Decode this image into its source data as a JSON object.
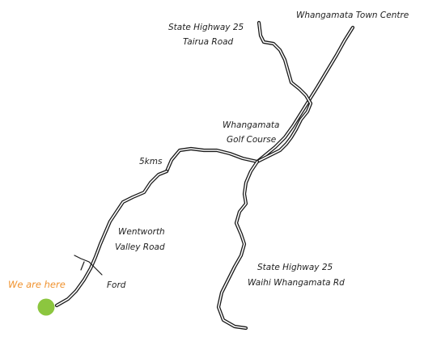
{
  "labels": {
    "town_centre": "Whangamata Town Centre",
    "sh25_tairua_line1": "State Highway 25",
    "sh25_tairua_line2": "Tairua Road",
    "golf_line1": "Whangamata",
    "golf_line2": "Golf Course",
    "distance": "5kms",
    "wentworth_line1": "Wentworth",
    "wentworth_line2": "Valley Road",
    "ford": "Ford",
    "you_are_here": "We are here",
    "sh25_waihi_line1": "State Highway 25",
    "sh25_waihi_line2": "Waihi Whangamata Rd"
  },
  "colors": {
    "marker": "#8cc63f",
    "here_text": "#f0922e",
    "road": "#1a1a1a"
  },
  "icons": {
    "location_marker": "green-dot-icon"
  }
}
